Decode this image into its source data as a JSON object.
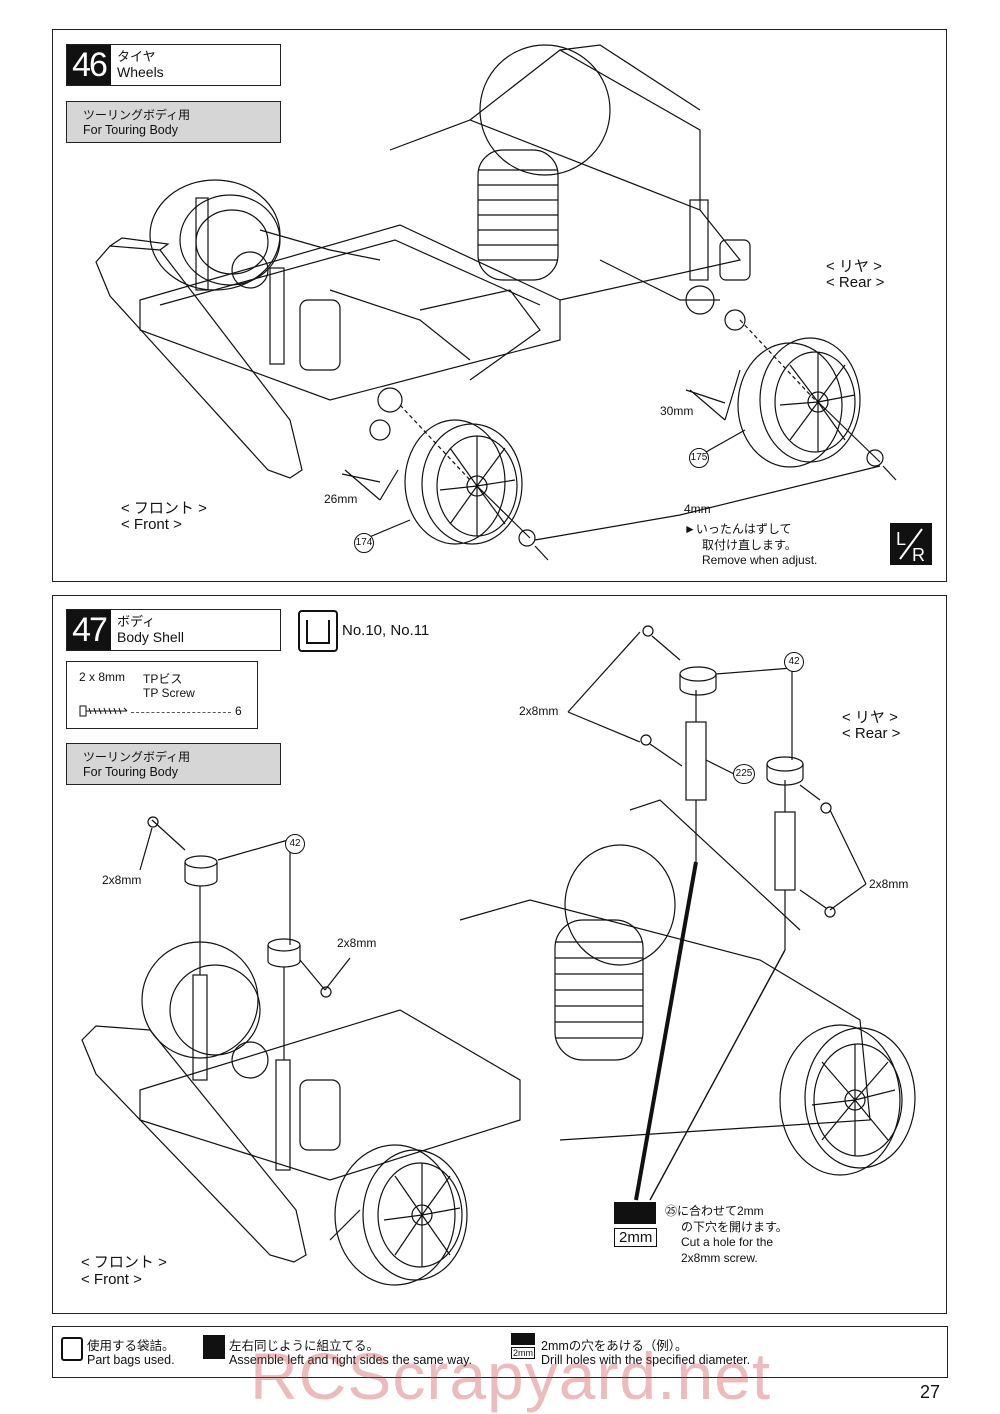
{
  "step46": {
    "number": "46",
    "title_jp": "タイヤ",
    "title_en": "Wheels",
    "note_jp": "ツーリングボディ用",
    "note_en": "For Touring Body",
    "rear_jp": "< リヤ >",
    "rear_en": "< Rear >",
    "front_jp": "< フロント >",
    "front_en": "< Front >",
    "dim_rear": "30mm",
    "dim_front": "26mm",
    "nut_size": "4mm",
    "part_rear": "175",
    "part_front": "174",
    "remove_jp_1": "►いったんはずして",
    "remove_jp_2": "取付け直します。",
    "remove_en": "Remove when adjust.",
    "lr_icon": "L/R"
  },
  "step47": {
    "number": "47",
    "title_jp": "ボディ",
    "title_en": "Body Shell",
    "bags": "No.10, No.11",
    "screw_size": "2 x 8mm",
    "screw_jp": "TPビス",
    "screw_en": "TP Screw",
    "screw_qty": "6",
    "note_jp": "ツーリングボディ用",
    "note_en": "For Touring Body",
    "rear_jp": "< リヤ >",
    "rear_en": "< Rear >",
    "front_jp": "< フロント >",
    "front_en": "< Front >",
    "screw_label": "2x8mm",
    "part_42": "42",
    "part_225": "225",
    "drill_size": "2mm",
    "drill_jp_1": "㉕に合わせて2mm",
    "drill_jp_2": "の下穴を開けます。",
    "drill_en_1": "Cut a hole for the",
    "drill_en_2": "2x8mm screw."
  },
  "legend": {
    "bags_jp": "使用する袋詰。",
    "bags_en": "Part bags used.",
    "lr_jp": "左右同じように組立てる。",
    "lr_en": "Assemble left and right sides the same way.",
    "drill_jp": "2mmの穴をあける（例）。",
    "drill_en": "Drill holes with the specified diameter.",
    "drill_icon": "2mm"
  },
  "watermark": "RCScrapyard.net",
  "page_number": "27"
}
